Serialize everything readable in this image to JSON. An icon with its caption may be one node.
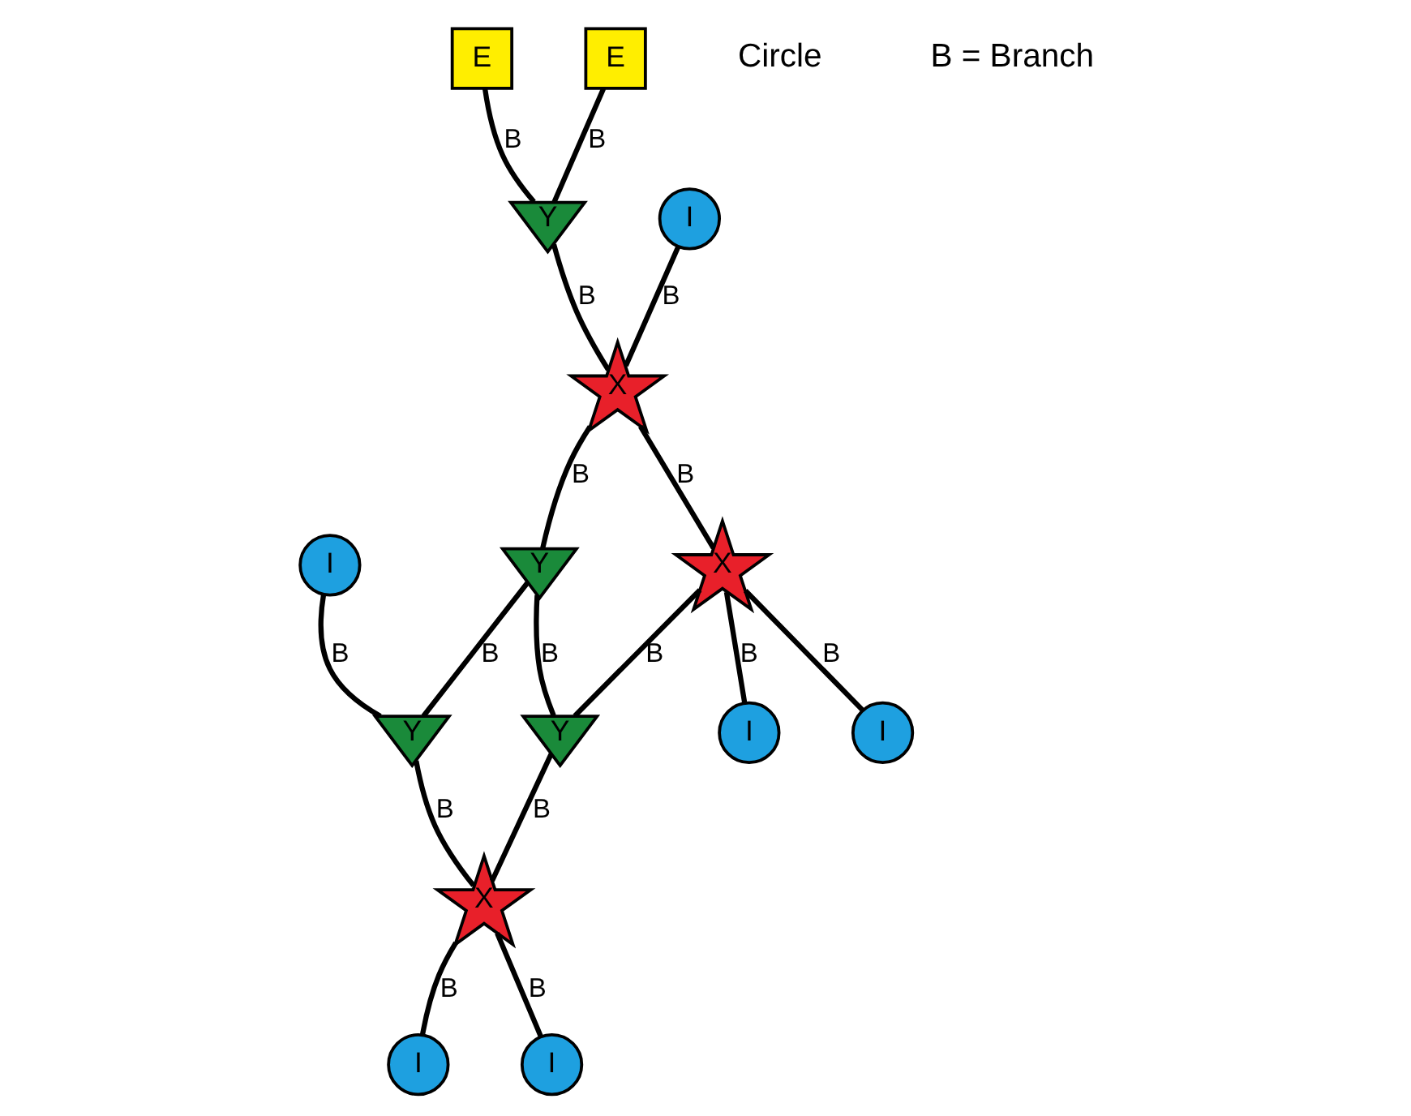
{
  "diagram": {
    "nodes": [
      {
        "text": [
          "E"
        ]
      },
      {
        "text": [
          "E"
        ]
      },
      {
        "text": [
          "Y"
        ]
      },
      {
        "text": [
          "I"
        ]
      },
      {
        "text": [
          "Y"
        ]
      },
      {
        "text": [
          "I"
        ]
      },
      {
        "text": [
          "X"
        ]
      },
      {
        "text": [
          "Y"
        ]
      },
      {
        "text": [
          "Y"
        ]
      },
      {
        "text": [
          "X"
        ]
      },
      {
        "text": [
          "I"
        ]
      },
      {
        "text": [
          "X"
        ]
      },
      {
        "text": [
          "I"
        ]
      },
      {
        "text": [
          "I"
        ]
      },
      {
        "text": [
          "I"
        ]
      }
    ],
    "edges": [
      {
        "from": 0,
        "to": 2,
        "arrow": "none",
        "label": "B"
      },
      {
        "from": 1,
        "to": 2,
        "arrow": "none",
        "label": "B"
      },
      {
        "from": 3,
        "to": 4,
        "arrow": "none",
        "label": "B"
      },
      {
        "from": 2,
        "to": 6,
        "arrow": "none",
        "label": "B"
      },
      {
        "from": 7,
        "to": 4,
        "arrow": "none",
        "label": "B"
      },
      {
        "from": 4,
        "to": 9,
        "arrow": "none",
        "label": "B"
      },
      {
        "from": 5,
        "to": 6,
        "arrow": "none",
        "label": "B"
      },
      {
        "from": 6,
        "to": 7,
        "arrow": "none",
        "label": "B"
      },
      {
        "from": 7,
        "to": 8,
        "arrow": "none",
        "label": "B"
      },
      {
        "from": 8,
        "to": 9,
        "arrow": "none",
        "label": "B"
      },
      {
        "from": 9,
        "to": 10,
        "arrow": "none",
        "label": "B"
      },
      {
        "from": 6,
        "to": 11,
        "arrow": "none",
        "label": "B"
      },
      {
        "from": 9,
        "to": 12,
        "arrow": "none",
        "label": "B"
      },
      {
        "from": 11,
        "to": 8,
        "arrow": "none",
        "label": "B"
      },
      {
        "from": 11,
        "to": 14,
        "arrow": "none",
        "label": "B"
      },
      {
        "from": 11,
        "to": 13,
        "arrow": "none",
        "label": "B"
      }
    ],
    "labels": [
      "Circle",
      "B = Branch"
    ]
  }
}
